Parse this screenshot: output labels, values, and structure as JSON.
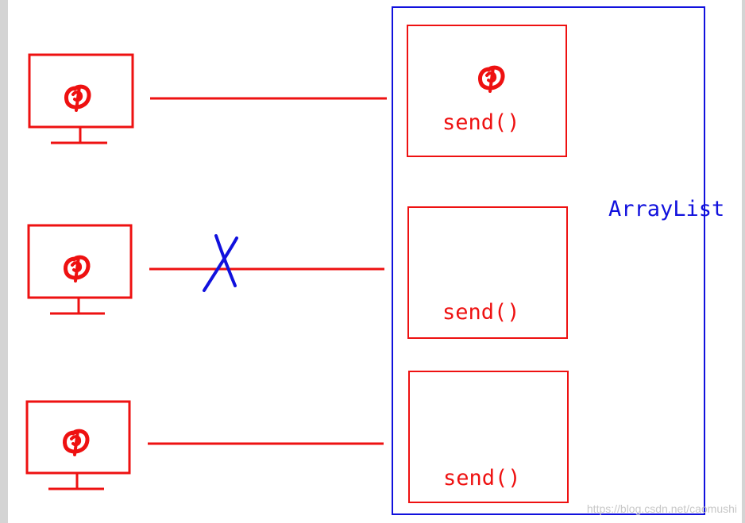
{
  "colors": {
    "client": "#ee1111",
    "container": "#1111dd",
    "background": "#ffffff",
    "frame": "#d4d4d4",
    "watermark": "#c8c8c8"
  },
  "icons": {
    "client": "monitor-icon",
    "socket": "socket-scribble-icon",
    "disconnect": "cross-mark-icon"
  },
  "diagram": {
    "container_label": "ArrayList",
    "clients": [
      {
        "connected": true,
        "session_label": "send()",
        "session_has_socket": true
      },
      {
        "connected": false,
        "session_label": "send()",
        "session_has_socket": false
      },
      {
        "connected": true,
        "session_label": "send()",
        "session_has_socket": false
      }
    ]
  },
  "watermark": "https://blog.csdn.net/caomushi"
}
